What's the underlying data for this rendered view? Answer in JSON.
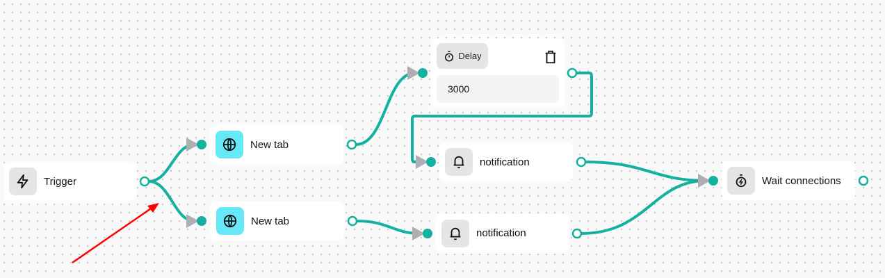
{
  "colors": {
    "edge": "#14b0a0",
    "accent": "#67e8f9",
    "arrow": "#ff0000"
  },
  "nodes": {
    "trigger": {
      "label": "Trigger",
      "icon": "lightning-icon"
    },
    "new_tab_1": {
      "label": "New tab",
      "icon": "globe-icon"
    },
    "new_tab_2": {
      "label": "New tab",
      "icon": "globe-icon"
    },
    "delay": {
      "label": "Delay",
      "icon": "stopwatch-icon",
      "value": "3000",
      "delete_icon": "trash-icon"
    },
    "notification_1": {
      "label": "notification",
      "icon": "bell-icon"
    },
    "notification_2": {
      "label": "notification",
      "icon": "bell-icon"
    },
    "wait": {
      "label": "Wait connections",
      "icon": "stopwatch-bolt-icon"
    }
  }
}
